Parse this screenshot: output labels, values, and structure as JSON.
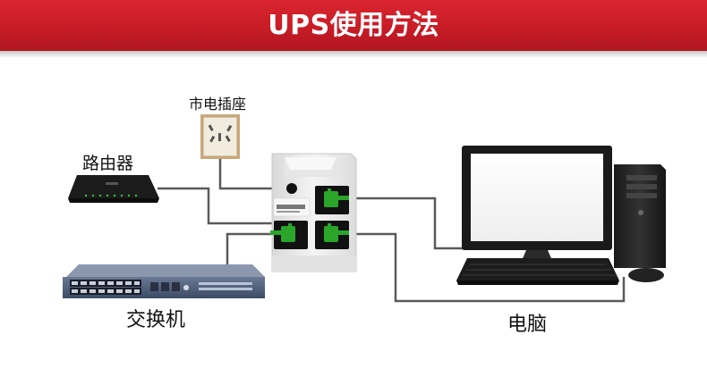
{
  "header": {
    "title": "UPS使用方法"
  },
  "labels": {
    "wall_outlet": "市电插座",
    "router": "路由器",
    "switch": "交换机",
    "computer": "电脑"
  },
  "colors": {
    "banner": "#c81c27",
    "cable": "#555555",
    "outlet_plug": "#2aa52a",
    "ups_body": "#eeeeee"
  }
}
